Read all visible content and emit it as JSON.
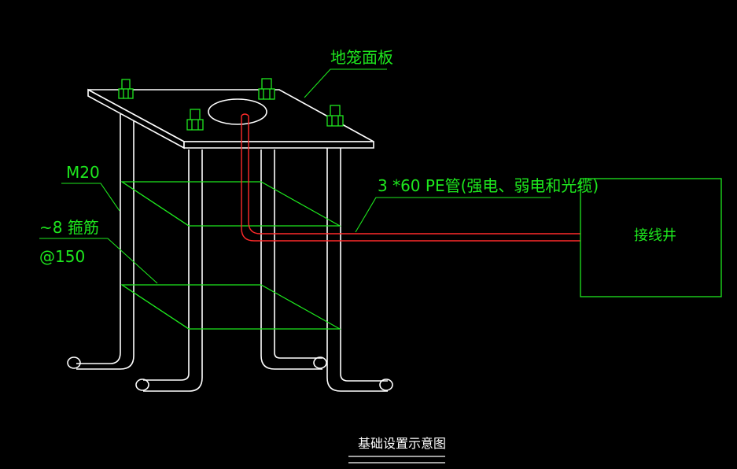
{
  "labels": {
    "base_plate": "地笼面板",
    "bolt_size": "M20",
    "stirrup_line1": "~8 箍筋",
    "stirrup_line2": "@150",
    "conduit": "3 *60 PE管(强电、弱电和光缆)",
    "junction_box": "接线井",
    "title": "基础设置示意图"
  },
  "colors": {
    "background": "#000000",
    "steel": "#ffffff",
    "annotation": "#1ee81e",
    "conduit": "#ff2a2a",
    "bolt_nut": "#1ee81e"
  }
}
